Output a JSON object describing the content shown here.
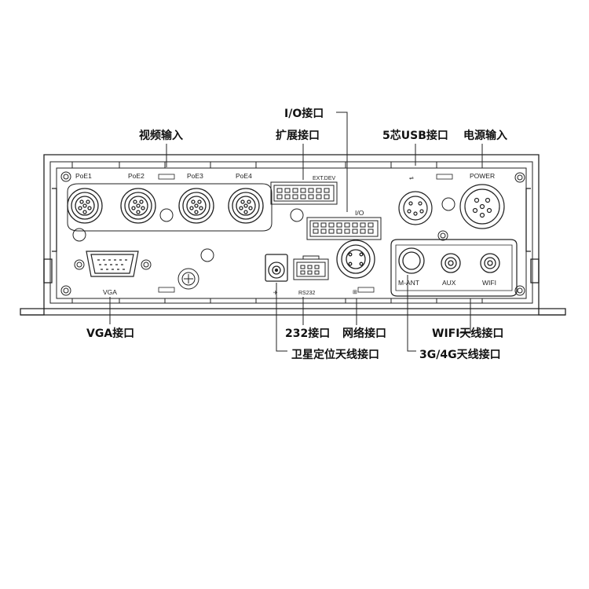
{
  "callouts": {
    "io": "I/O接口",
    "video_in": "视频输入",
    "ext": "扩展接口",
    "usb": "5芯USB接口",
    "power_in": "电源输入",
    "vga": "VGA接口",
    "rs232": "232接口",
    "network": "网络接口",
    "wifi_ant": "WIFI天线接口",
    "gps_ant": "卫星定位天线接口",
    "cell_ant": "3G/4G天线接口"
  },
  "panel_labels": {
    "poe1": "PoE1",
    "poe2": "PoE2",
    "poe3": "PoE3",
    "poe4": "PoE4",
    "extdev": "EXT.DEV",
    "io": "I/O",
    "power": "POWER",
    "vga": "VGA",
    "rs232": "RS232",
    "mant": "M-ANT",
    "aux": "AUX",
    "wifi": "WIFI"
  },
  "colors": {
    "line": "#222222",
    "background": "#ffffff",
    "text": "#111111"
  }
}
